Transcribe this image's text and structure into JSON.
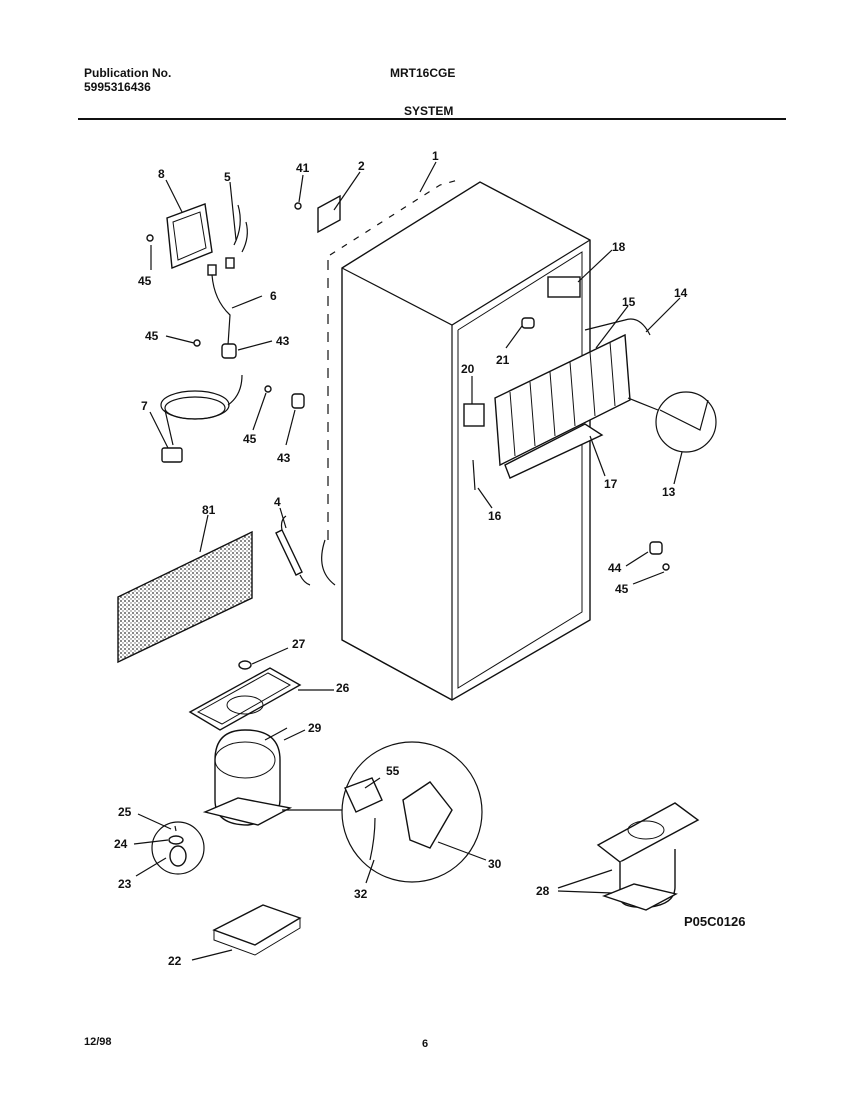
{
  "header": {
    "publication_label": "Publication No.",
    "publication_number": "5995316436",
    "model": "MRT16CGE",
    "section": "SYSTEM"
  },
  "diagram": {
    "drawing_code": "P05C0126",
    "callouts": [
      "1",
      "2",
      "41",
      "8",
      "5",
      "45",
      "6",
      "45",
      "43",
      "7",
      "45",
      "43",
      "81",
      "4",
      "27",
      "26",
      "29",
      "25",
      "24",
      "23",
      "55",
      "30",
      "32",
      "22",
      "28",
      "18",
      "15",
      "14",
      "21",
      "20",
      "17",
      "13",
      "16",
      "44",
      "45"
    ]
  },
  "footer": {
    "date": "12/98",
    "page": "6"
  }
}
